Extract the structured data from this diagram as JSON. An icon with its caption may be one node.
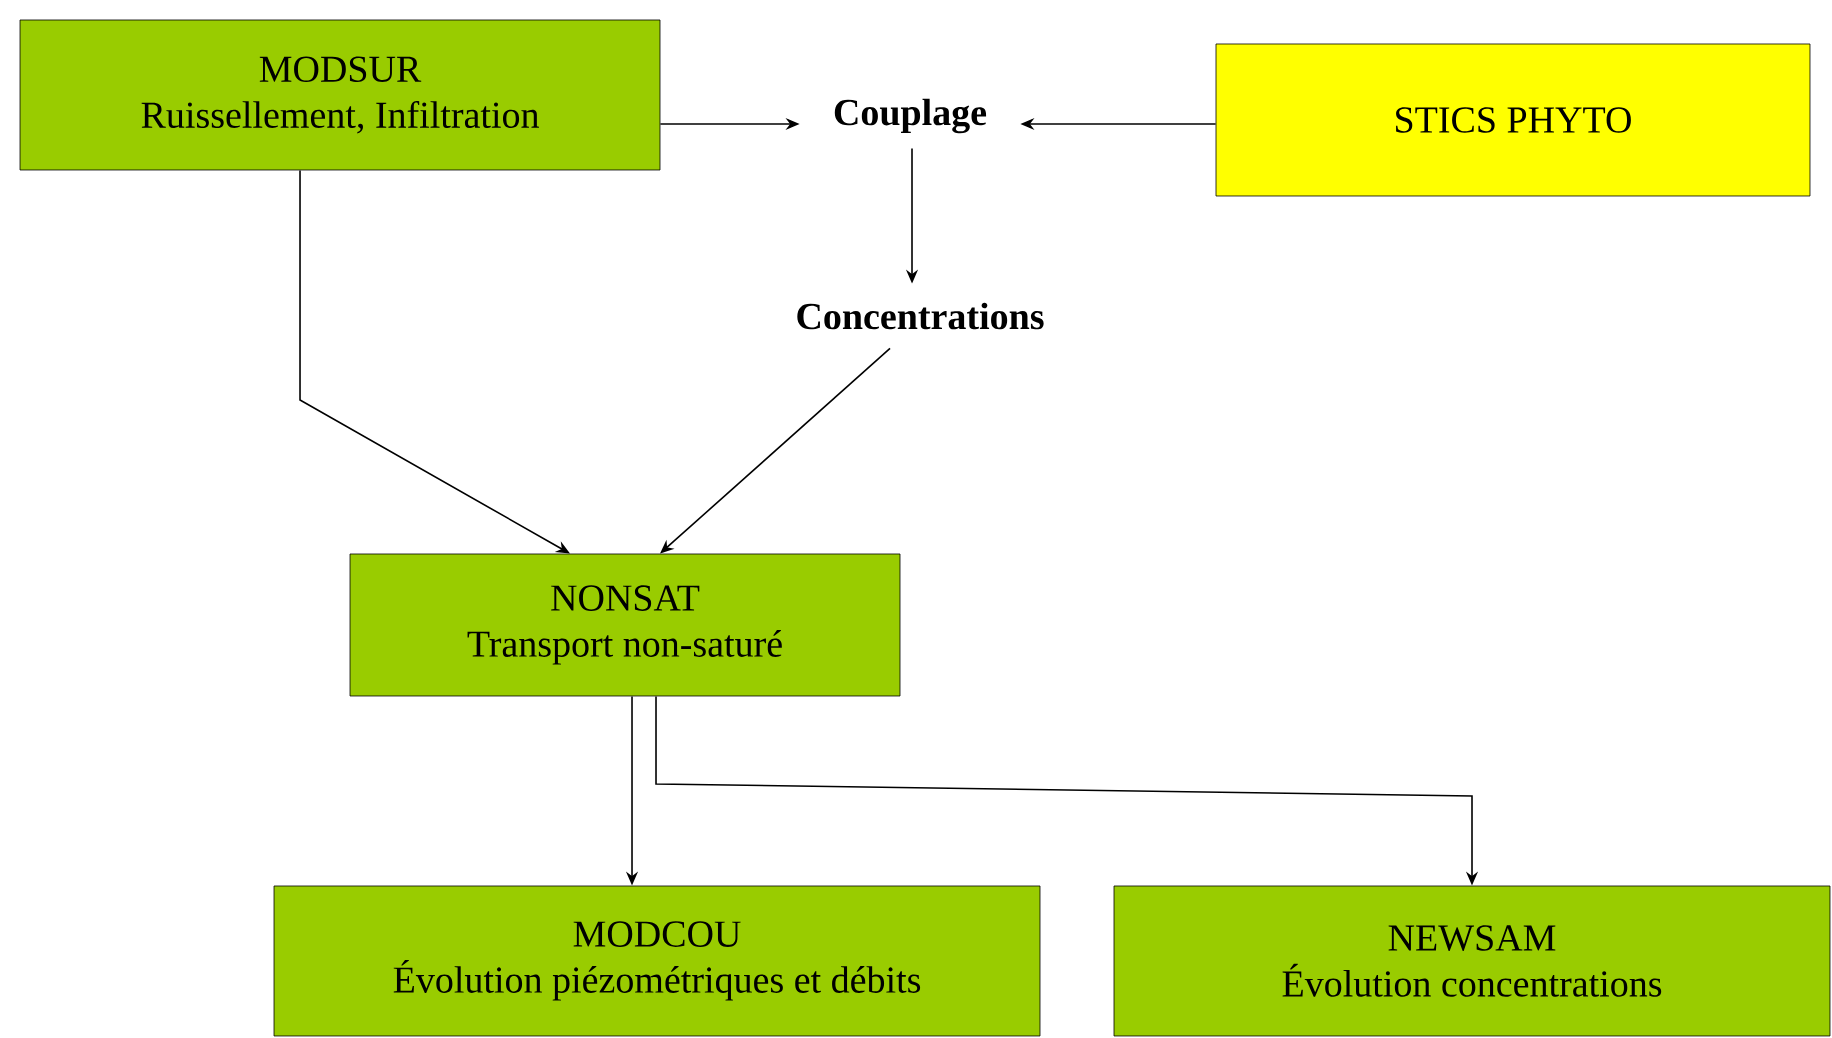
{
  "diagram": {
    "nodes": [
      {
        "text": [
          "MODSUR",
          "Ruissellement, Infiltration"
        ]
      },
      {
        "text": [
          "Couplage"
        ]
      },
      {
        "text": [
          "STICS PHYTO"
        ]
      },
      {
        "text": [
          "Concentrations"
        ]
      },
      {
        "text": [
          "NONSAT",
          "Transport non-saturé"
        ]
      },
      {
        "text": [
          "MODCOU",
          "Évolution piézométriques et débits"
        ]
      },
      {
        "text": [
          "NEWSAM",
          "Évolution concentrations"
        ]
      }
    ],
    "edges": [
      {
        "from": 0,
        "to": 1,
        "arrow": "to"
      },
      {
        "from": 2,
        "to": 1,
        "arrow": "to"
      },
      {
        "from": 1,
        "to": 3,
        "arrow": "to"
      },
      {
        "from": 0,
        "to": 4,
        "arrow": "to"
      },
      {
        "from": 3,
        "to": 4,
        "arrow": "to"
      },
      {
        "from": 4,
        "to": 5,
        "arrow": "to"
      },
      {
        "from": 4,
        "to": 6,
        "arrow": "to"
      }
    ]
  }
}
